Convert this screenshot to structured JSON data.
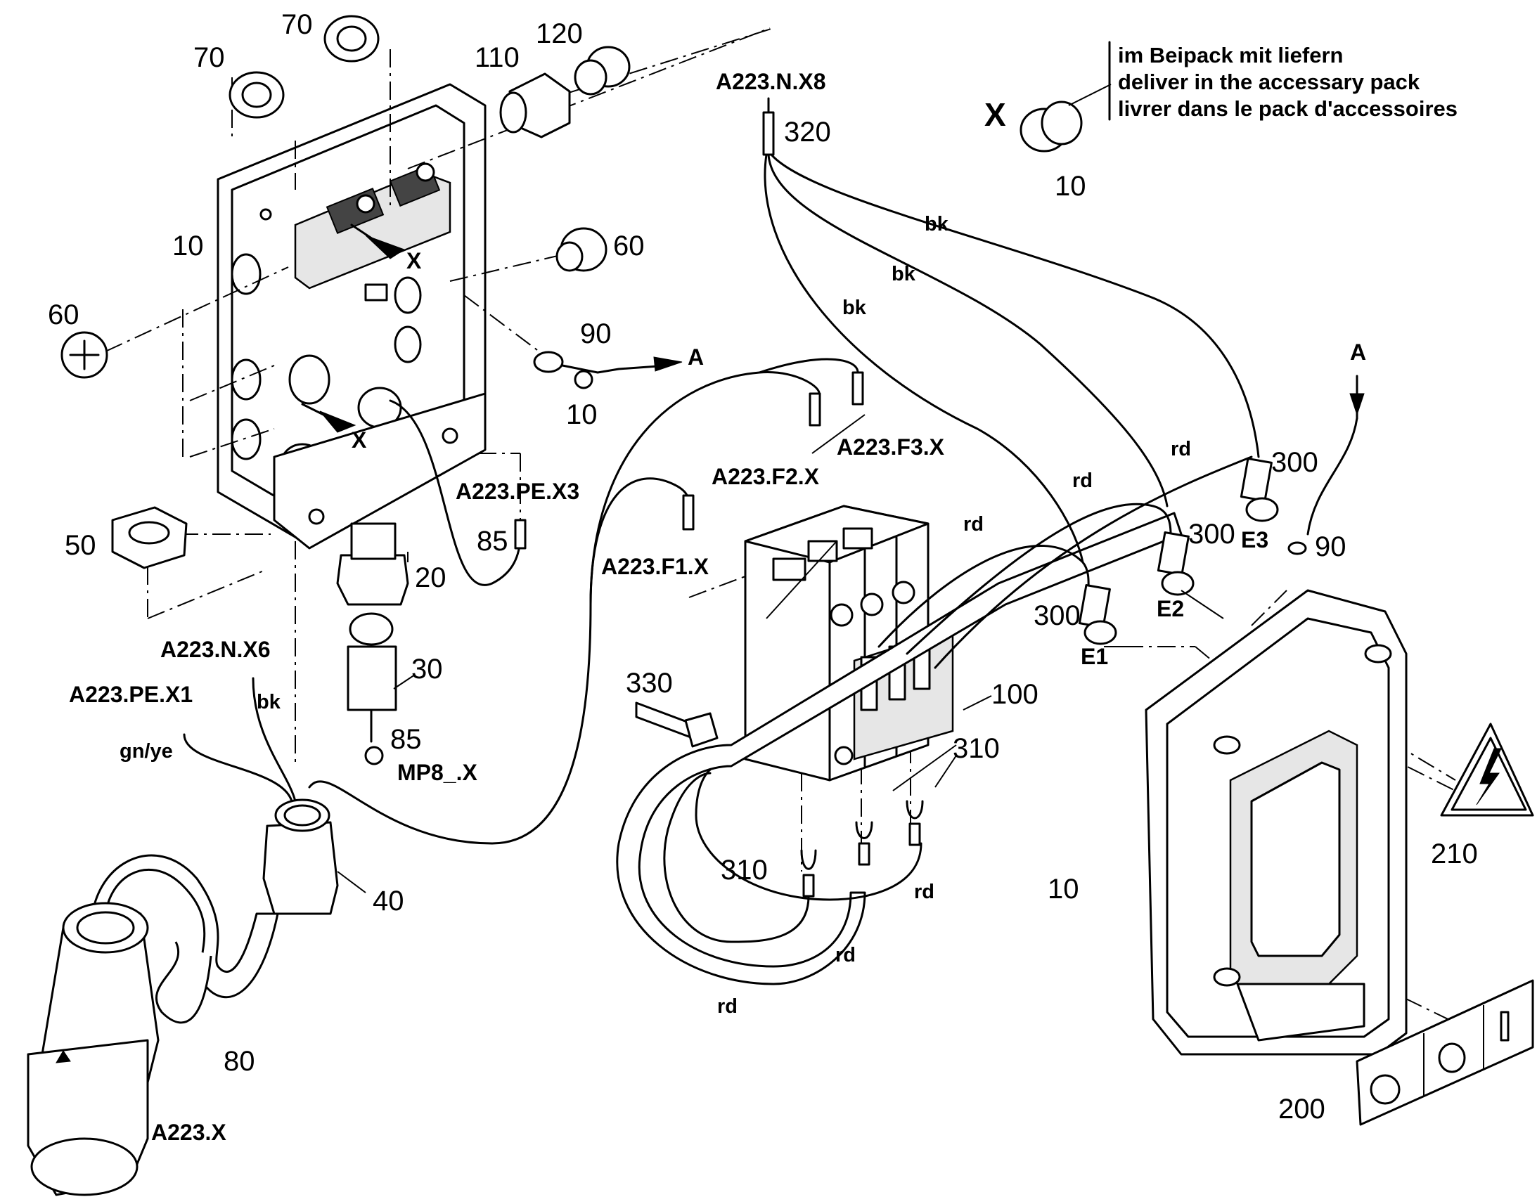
{
  "accessory_note": {
    "x_marker": "X",
    "lines": [
      "im Beipack mit liefern",
      "deliver in the accessary pack",
      "livrer dans le pack d'accessoires"
    ]
  },
  "part_numbers": {
    "p70a": "70",
    "p70b": "70",
    "p110": "110",
    "p120": "120",
    "p10_housing": "10",
    "p10_accessory": "10",
    "p10_screw": "10",
    "p10_cover": "10",
    "p60_left": "60",
    "p60_right": "60",
    "p90_top": "90",
    "p90_right": "90",
    "p50": "50",
    "p20": "20",
    "p30": "30",
    "p85_cable": "85",
    "p85_gland": "85",
    "p40": "40",
    "p80": "80",
    "p330": "330",
    "p100": "100",
    "p310_right": "310",
    "p310_left": "310",
    "p320": "320",
    "p300_a": "300",
    "p300_b": "300",
    "p300_c": "300",
    "p210": "210",
    "p200": "200"
  },
  "references": {
    "n_x8": "A223.N.X8",
    "n_x6": "A223.N.X6",
    "pe_x1": "A223.PE.X1",
    "pe_x3": "A223.PE.X3",
    "f1": "A223.F1.X",
    "f2": "A223.F2.X",
    "f3": "A223.F3.X",
    "mp8": "MP8_.X",
    "plug": "A223.X",
    "e1": "E1",
    "e2": "E2",
    "e3": "E3"
  },
  "markers": {
    "x_upper": "X",
    "x_lower": "X",
    "a_arrow": "A",
    "a_top": "A"
  },
  "wire_colors": {
    "bk1": "bk",
    "bk2": "bk",
    "bk3": "bk",
    "bk4": "bk",
    "gnye": "gn/ye",
    "rd1": "rd",
    "rd2": "rd",
    "rd3": "rd",
    "rd4": "rd",
    "rd5": "rd",
    "rd6": "rd"
  }
}
